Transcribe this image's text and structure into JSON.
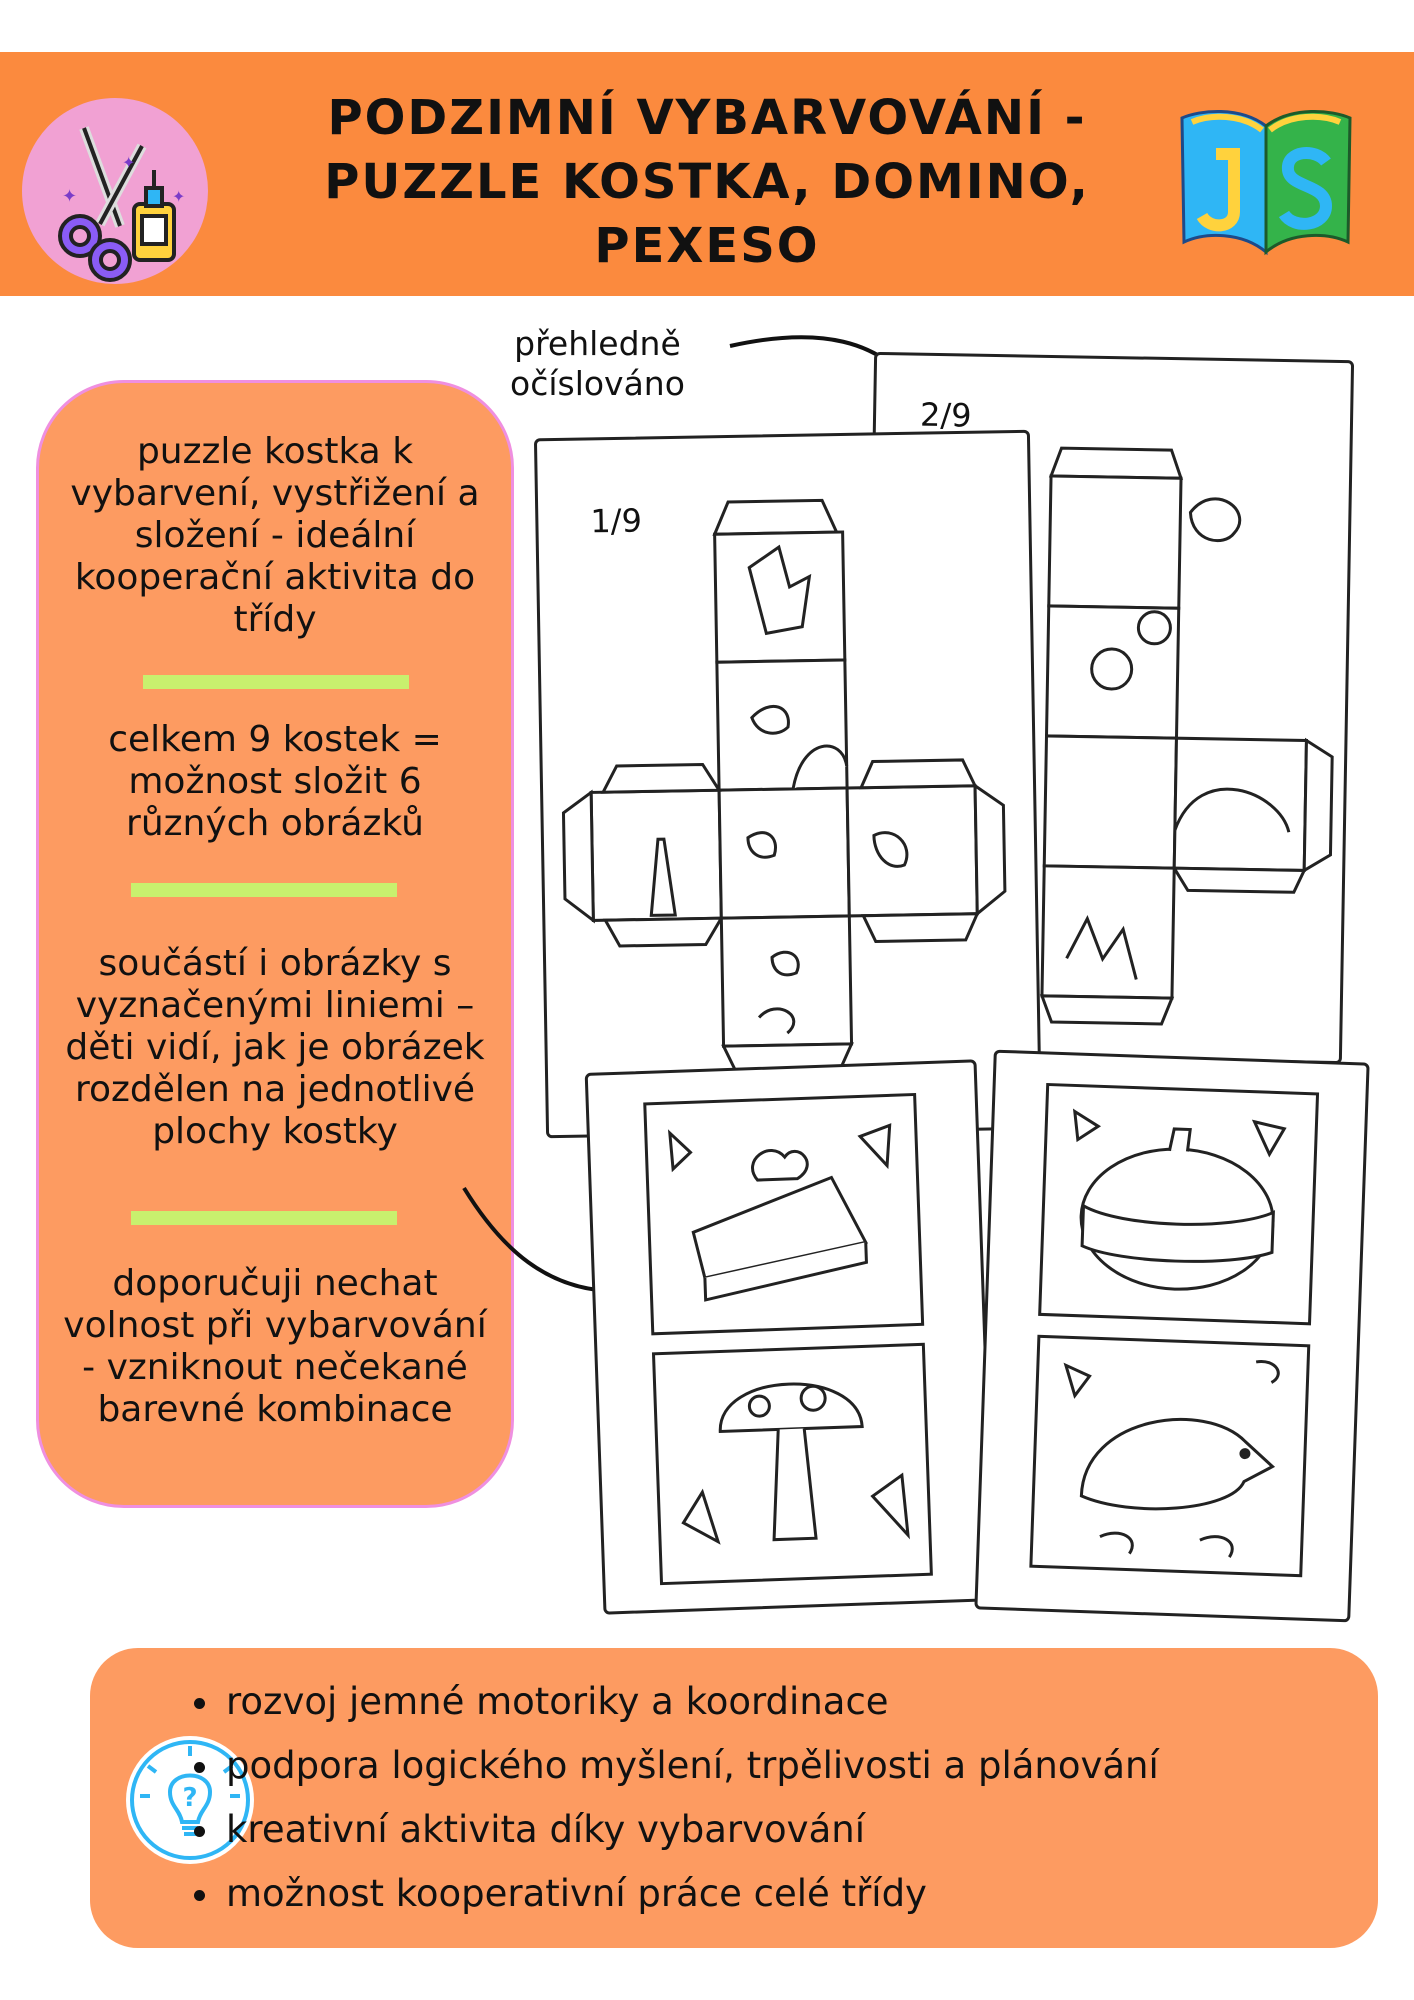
{
  "header": {
    "title_lines": [
      "PODZIMNÍ VYBARVOVÁNÍ -",
      "PUZZLE KOSTKA, DOMINO,",
      "PEXESO"
    ],
    "left_logo": "scissors-glue-icon",
    "right_logo": "open-book-js-logo"
  },
  "callout": {
    "lines": [
      "přehledně",
      "očíslováno"
    ]
  },
  "left_panel": {
    "blocks": [
      "puzzle kostka k vybarvení, vystřižení a složení - ideální kooperační aktivita do třídy",
      "celkem 9 kostek = možnost složit 6 různých obrázků",
      "součástí i obrázky s vyznačenými liniemi – děti vidí, jak je obrázek rozdělen na jednotlivé plochy kostky",
      "doporučuji nechat volnost při vybarvování - vzniknout nečekané barevné kombinace"
    ]
  },
  "sheets": {
    "sheet1_number": "1/9",
    "sheet2_number": "2/9"
  },
  "bottom_panel": {
    "icon": "lightbulb-question-icon",
    "bullets": [
      "rozvoj jemné motoriky a koordinace",
      "podpora logického myšlení, trpělivosti a plánování",
      "kreativní aktivita díky vybarvování",
      "možnost kooperativní práce celé třídy"
    ]
  },
  "colors": {
    "header_bg": "#fb8a3e",
    "panel_bg": "#fd9b61",
    "panel_border": "#ef8fe0",
    "divider": "#c8f06e",
    "logo_circle": "#f1a1d3"
  }
}
